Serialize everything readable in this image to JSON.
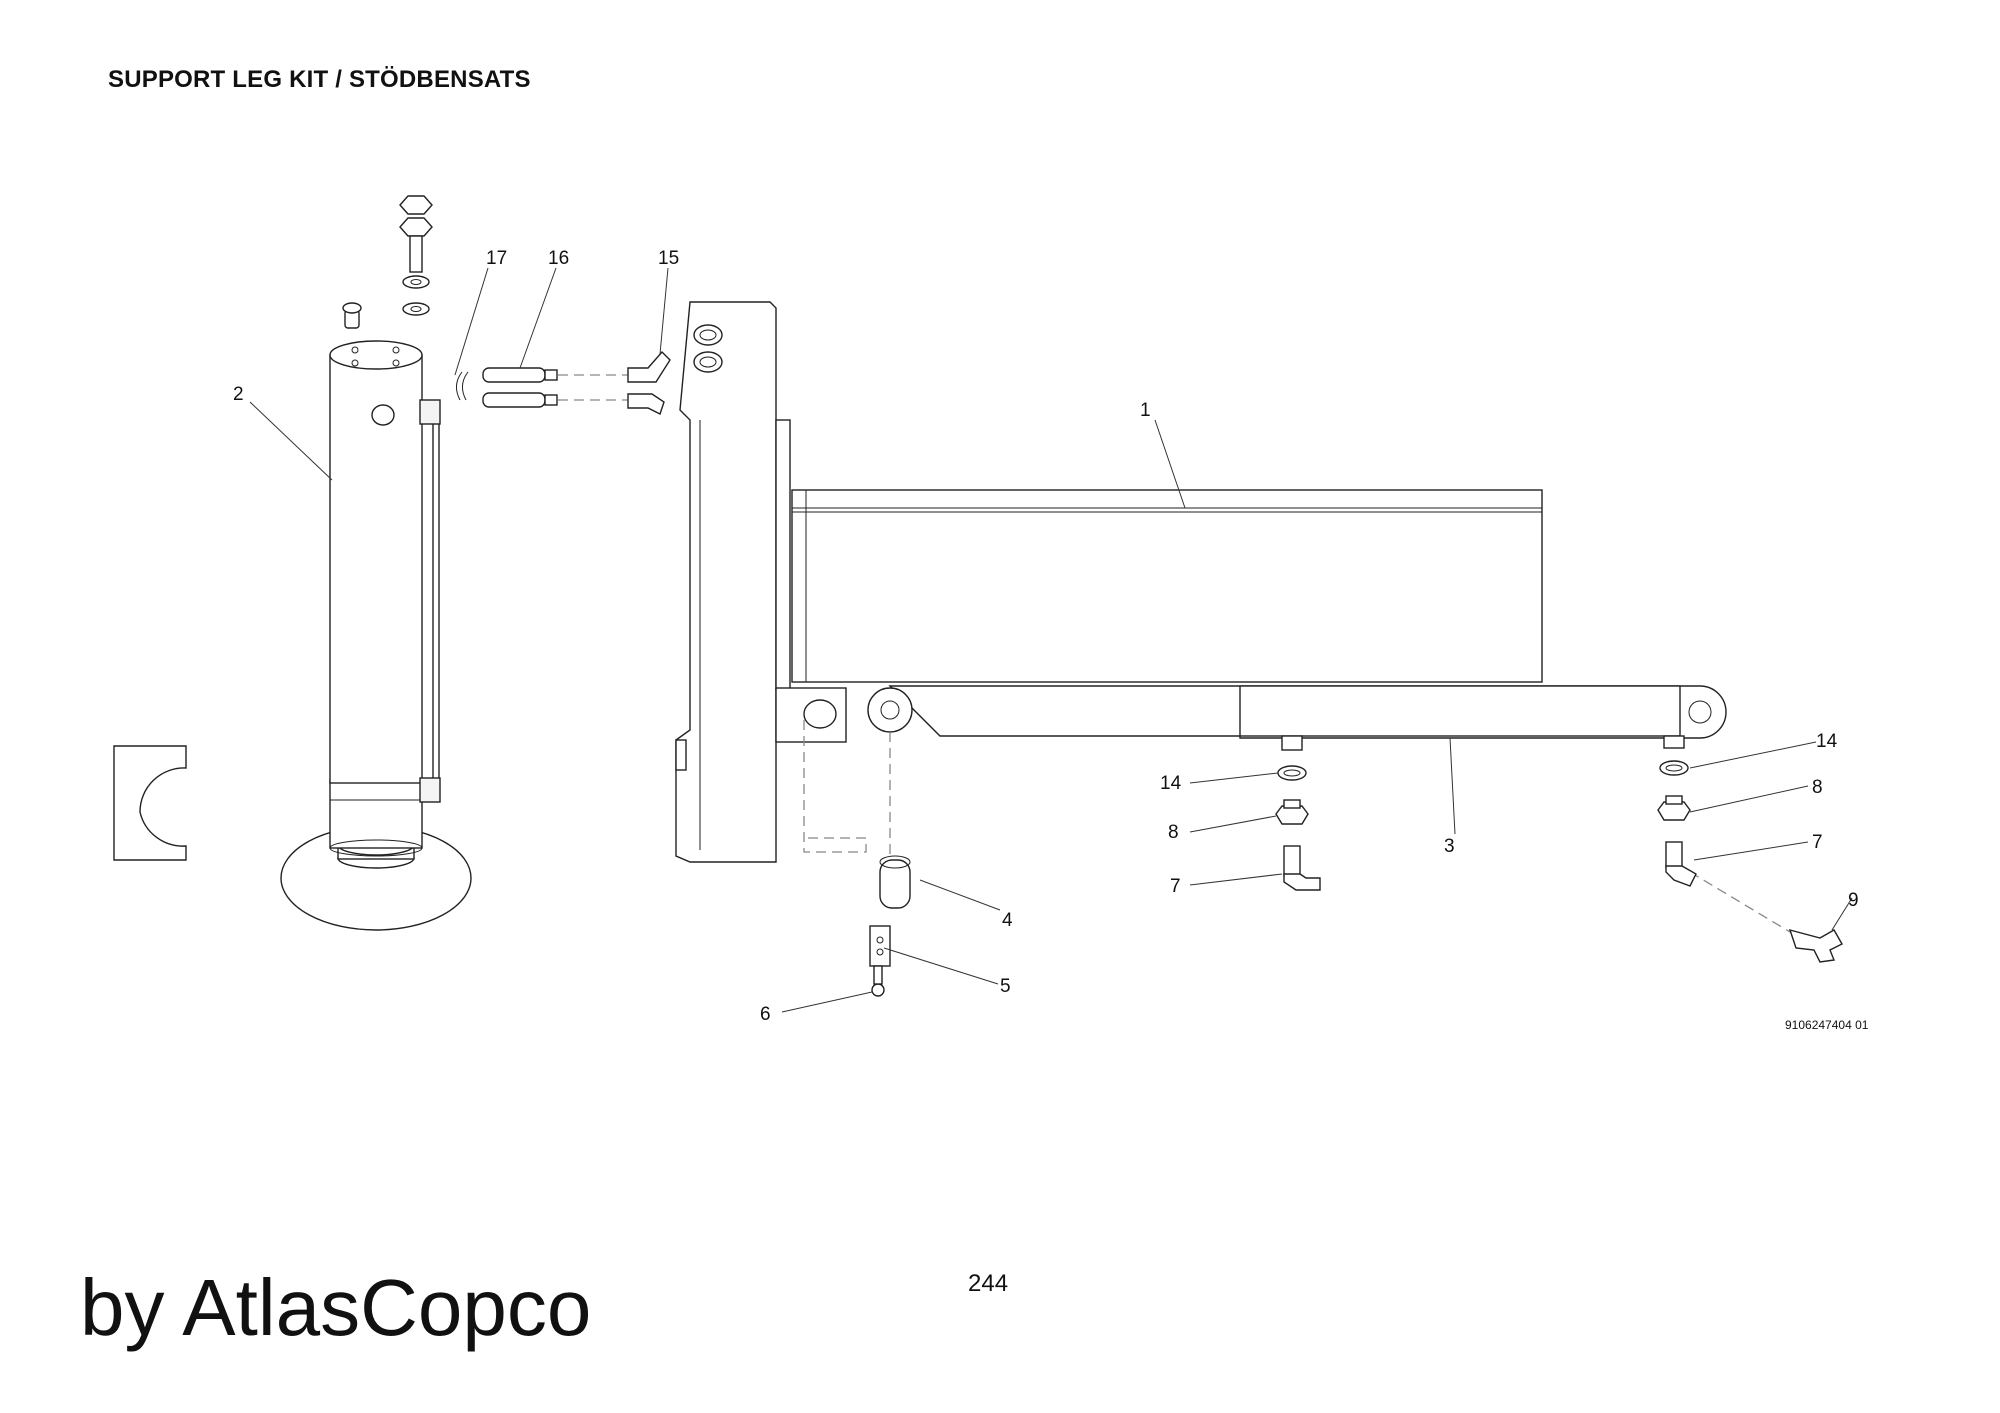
{
  "page": {
    "title": "SUPPORT LEG KIT / STÖDBENSATS",
    "page_number": "244",
    "brand": "by AtlasCopco",
    "drawing_code": "9106247404 01"
  },
  "callouts": {
    "c1": "1",
    "c2": "2",
    "c3": "3",
    "c4": "4",
    "c5": "5",
    "c6": "6",
    "c7a": "7",
    "c7b": "7",
    "c8a": "8",
    "c8b": "8",
    "c9": "9",
    "c14a": "14",
    "c14b": "14",
    "c15": "15",
    "c16": "16",
    "c17": "17"
  }
}
